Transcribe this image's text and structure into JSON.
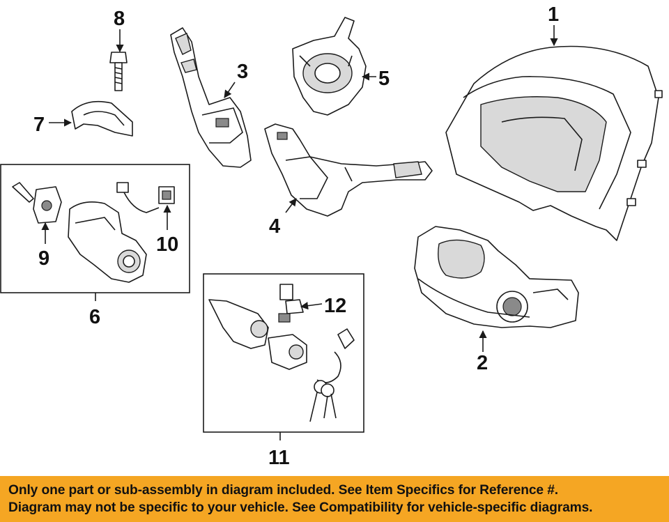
{
  "callouts": {
    "c1": "1",
    "c2": "2",
    "c3": "3",
    "c4": "4",
    "c5": "5",
    "c6": "6",
    "c7": "7",
    "c8": "8",
    "c9": "9",
    "c10": "10",
    "c11": "11",
    "c12": "12"
  },
  "banner": {
    "line1": "Only one part or sub-assembly in diagram included. See Item Specifics for Reference #.",
    "line2": "Diagram may not be specific to your vehicle. See Compatibility for vehicle-specific diagrams."
  },
  "colors": {
    "banner_background": "#f5a623",
    "line_art": "#1a1a1a",
    "background": "#ffffff"
  }
}
